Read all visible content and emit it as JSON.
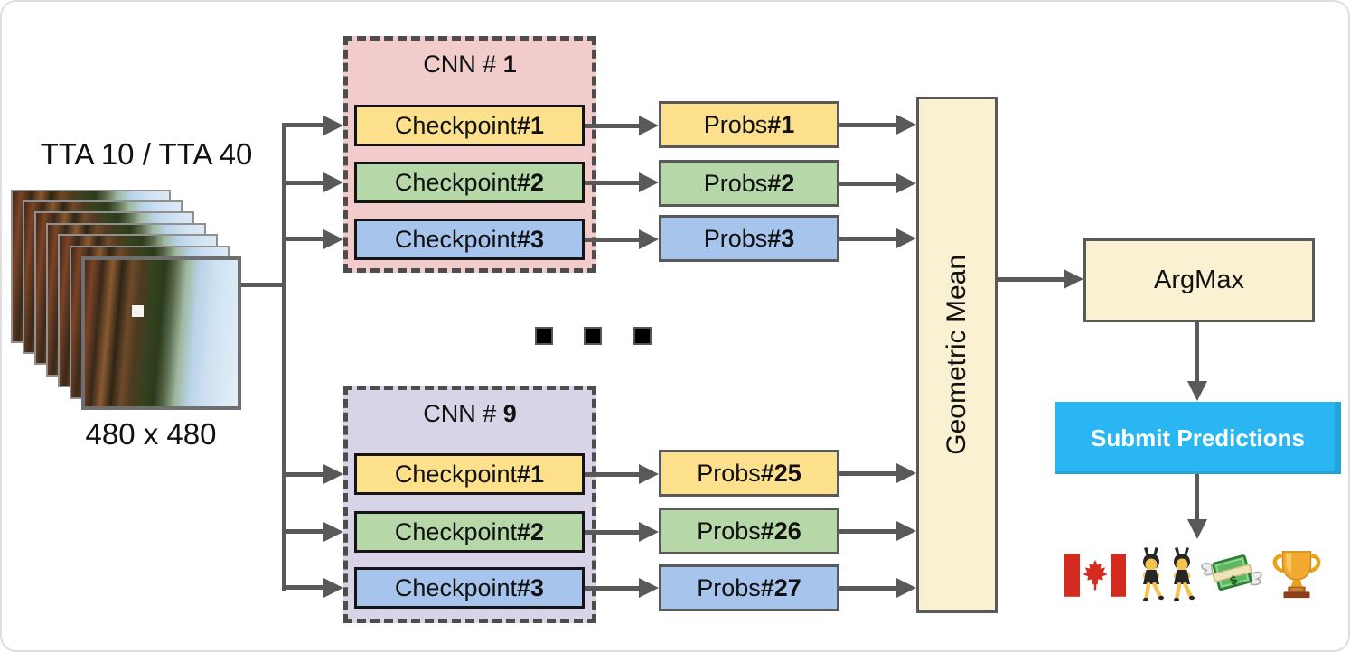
{
  "input_stack": {
    "tta_label": "TTA 10 / TTA 40",
    "size_label": "480 x 480"
  },
  "ensemble": {
    "cnn_title_prefix": "CNN # ",
    "cnn1_num": "1",
    "cnn9_num": "9",
    "checkpoint_prefix": "Checkpoint ",
    "checkpoint_nums": [
      "#1",
      "#2",
      "#3"
    ],
    "probs_prefix": "Probs ",
    "probs_top_nums": [
      "#1",
      "#2",
      "#3"
    ],
    "probs_bottom_nums": [
      "#25",
      "#26",
      "#27"
    ]
  },
  "aggregation": {
    "geometric_mean_label": "Geometric Mean",
    "argmax_label": "ArgMax"
  },
  "submit": {
    "label": "Submit Predictions"
  },
  "reward_icons": [
    "canada-flag",
    "women-with-bunny-ears",
    "money-with-wings",
    "trophy"
  ],
  "colors": {
    "checkpoint_yellow": "#fce08c",
    "checkpoint_green": "#b6d7a8",
    "checkpoint_blue": "#a7c4ec",
    "cnn1_bg": "#f2cbcb",
    "cnn9_bg": "#d8d3e6",
    "cream_box": "#faf0d2",
    "submit_blue": "#29b6f2",
    "arrow_gray": "#595959",
    "dashed_border": "#4d4d4d"
  }
}
